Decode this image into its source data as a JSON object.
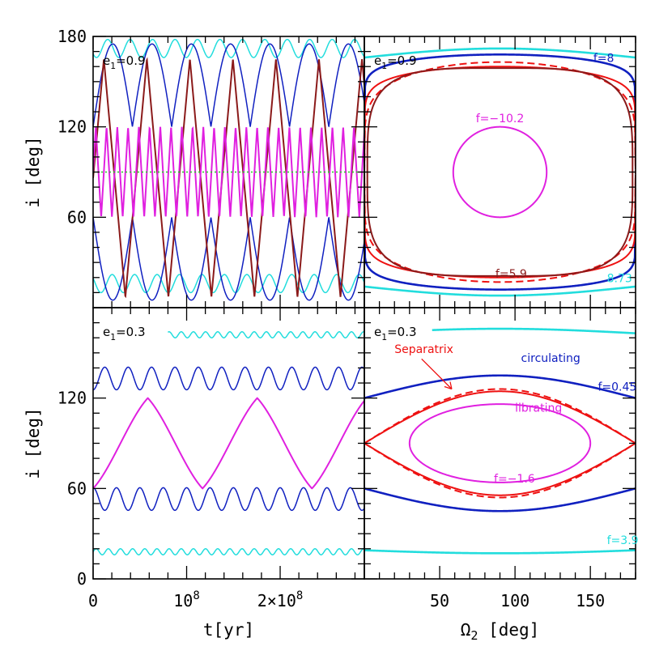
{
  "colors": {
    "cyan": "#22dddd",
    "blue": "#1020c0",
    "brown": "#8b1a1a",
    "magenta": "#e020e0",
    "red": "#ee1111",
    "green": "#22cc22"
  },
  "chart_data": [
    {
      "panel": "top-left",
      "type": "line",
      "label_parts": [
        "e",
        "1",
        "=0.9"
      ],
      "xlim": [
        0,
        290000000
      ],
      "ylim": [
        0,
        180
      ],
      "ylabel": "i [deg]",
      "yticks": [
        "60",
        "120",
        "180"
      ],
      "series": [
        {
          "color": "cyan",
          "form": "sine",
          "mean": 172,
          "amp": 6,
          "period": 24000000,
          "phase": 0.6
        },
        {
          "color": "cyan",
          "form": "sine",
          "mean": 16,
          "amp": 6,
          "period": 24000000,
          "phase": 0.4
        },
        {
          "color": "blue",
          "form": "abs",
          "base": 120,
          "peak": 175,
          "period": 42000000
        },
        {
          "color": "blue",
          "form": "abs",
          "base": 60,
          "peak": 5,
          "period": 42000000
        },
        {
          "color": "brown",
          "form": "triangle",
          "min": 7,
          "max": 165,
          "period": 46000000,
          "phase": 0.0
        },
        {
          "color": "magenta",
          "form": "triangle",
          "min": 60,
          "max": 120,
          "period": 11500000,
          "phase": 0.0
        },
        {
          "color": "green",
          "form": "flat",
          "value": 90,
          "dashed": true
        }
      ]
    },
    {
      "panel": "top-right",
      "type": "line",
      "label_parts": [
        "e",
        "1",
        "=0.9"
      ],
      "xlim": [
        0,
        180
      ],
      "ylim": [
        0,
        180
      ],
      "curves": [
        {
          "color": "cyan",
          "type": "open",
          "center": 90,
          "amp": 6,
          "upper": 172,
          "lower": 8
        },
        {
          "color": "blue",
          "type": "open_steep",
          "upper_center": 168,
          "upper_edge": 120,
          "lower_center": 12,
          "lower_edge": 60
        },
        {
          "color": "red",
          "type": "separatrix_open",
          "upper_center": 163,
          "lower_center": 17,
          "dashed": true
        },
        {
          "color": "red",
          "type": "separatrix_open",
          "upper_center": 163,
          "lower_center": 17,
          "dashed": false
        },
        {
          "color": "brown",
          "type": "loop",
          "cx": 90,
          "cy": 90,
          "rx": 88,
          "ry": 69,
          "power": 4
        },
        {
          "color": "magenta",
          "type": "loop",
          "cx": 90,
          "cy": 90,
          "rx": 31,
          "ry": 30,
          "power": 2
        }
      ],
      "annotations": [
        {
          "text": "f=8",
          "color": "blue",
          "x": 152,
          "y": 163
        },
        {
          "text": "f=−10.2",
          "color": "magenta",
          "x": 74,
          "y": 123
        },
        {
          "text": "f=5.9",
          "color": "brown",
          "x": 87,
          "y": 20
        },
        {
          "text": "8.73",
          "color": "cyan",
          "x": 161,
          "y": 17
        }
      ]
    },
    {
      "panel": "bottom-left",
      "type": "line",
      "label_parts": [
        "e",
        "1",
        "=0.3"
      ],
      "xlim": [
        0,
        290000000
      ],
      "ylim": [
        0,
        180
      ],
      "ylabel": "i [deg]",
      "xlabel": "t[yr]",
      "yticks": [
        "0",
        "60",
        "120"
      ],
      "xticks": [
        {
          "value": 0,
          "parts": [
            "0"
          ]
        },
        {
          "value": 100000000,
          "parts": [
            "10",
            "8"
          ]
        },
        {
          "value": 200000000,
          "parts": [
            "2×10",
            "8"
          ]
        }
      ],
      "series": [
        {
          "color": "cyan",
          "form": "sine",
          "mean": 162,
          "amp": 2,
          "period": 13000000,
          "phase": 0.0,
          "xstart": 80000000
        },
        {
          "color": "blue",
          "form": "sine",
          "mean": 133,
          "amp": 7.5,
          "period": 25000000,
          "phase": -0.25
        },
        {
          "color": "blue",
          "form": "sine",
          "mean": 53,
          "amp": 7.5,
          "period": 25000000,
          "phase": 0.25
        },
        {
          "color": "cyan",
          "form": "sine",
          "mean": 18,
          "amp": 2,
          "period": 13000000,
          "phase": 0.0
        },
        {
          "color": "magenta",
          "form": "triangle_smooth",
          "min": 60,
          "max": 120,
          "period": 117000000,
          "phase": 0.0
        }
      ]
    },
    {
      "panel": "bottom-right",
      "type": "line",
      "label_parts": [
        "e",
        "1",
        "=0.3"
      ],
      "xlim": [
        0,
        180
      ],
      "ylim": [
        0,
        180
      ],
      "xlabel_parts": [
        "Ω",
        "2",
        " [deg]"
      ],
      "xticks": [
        "50",
        "100",
        "150"
      ],
      "curves": [
        {
          "color": "cyan",
          "type": "open",
          "center": 90,
          "upper": 166,
          "upper_edge": 163,
          "xstart": 45
        },
        {
          "color": "blue",
          "type": "open_smooth",
          "upper_center": 135,
          "upper_edge": 120,
          "lower_center": 45,
          "lower_edge": 60
        },
        {
          "color": "red",
          "type": "separatrix",
          "amp": 36
        },
        {
          "color": "red",
          "type": "separatrix_dashed",
          "amp": 36
        },
        {
          "color": "magenta",
          "type": "loop",
          "cx": 90,
          "cy": 90,
          "rx": 60,
          "ry": 26,
          "power": 2
        },
        {
          "color": "cyan",
          "type": "open",
          "center": 90,
          "lower": 17,
          "lower_edge": 19
        }
      ],
      "annotations": [
        {
          "text": "Separatrix",
          "color": "red",
          "x": 20,
          "y": 150
        },
        {
          "text": "circulating",
          "color": "blue",
          "x": 104,
          "y": 144
        },
        {
          "text": "f=0.45",
          "color": "blue",
          "x": 155,
          "y": 125
        },
        {
          "text": "librating",
          "color": "magenta",
          "x": 100,
          "y": 111
        },
        {
          "text": "f=−1.6",
          "color": "magenta",
          "x": 86,
          "y": 64
        },
        {
          "text": "f=3.9",
          "color": "cyan",
          "x": 161,
          "y": 23
        }
      ]
    }
  ]
}
